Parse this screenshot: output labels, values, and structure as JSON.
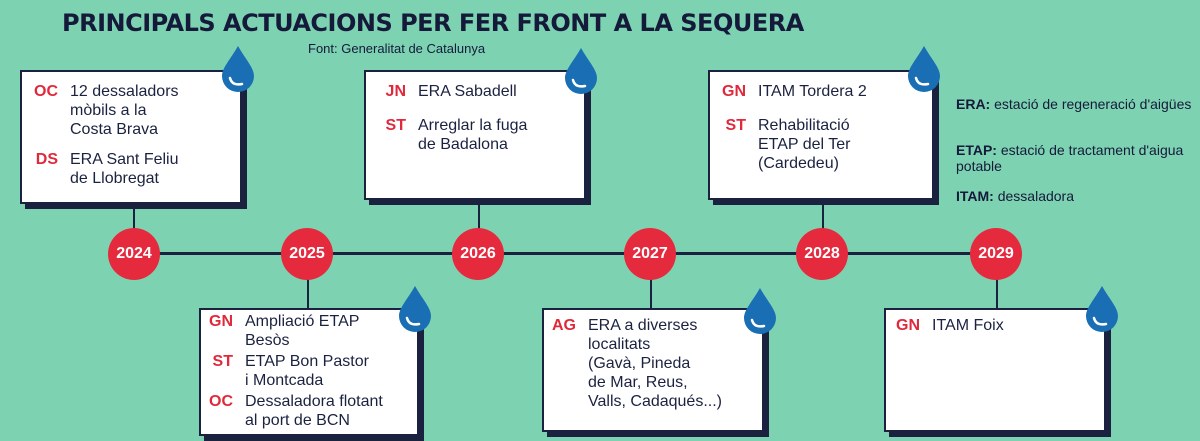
{
  "title": "PRINCIPALS ACTUACIONS PER FER FRONT A LA SEQUERA",
  "source": "Font: Generalitat de Catalunya",
  "colors": {
    "background": "#7dd3b1",
    "year_circle": "#e62a3e",
    "code_text": "#e0293a",
    "drop": "#1a6fb4",
    "line": "#1b2240"
  },
  "years": [
    "2024",
    "2025",
    "2026",
    "2027",
    "2028",
    "2029"
  ],
  "cards": [
    {
      "year": "2024",
      "entries": [
        {
          "code": "OC",
          "text": "12 dessaladors\nmòbils a la\nCosta Brava"
        },
        {
          "code": "DS",
          "text": "ERA Sant Feliu\nde Llobregat"
        }
      ]
    },
    {
      "year": "2025",
      "entries": [
        {
          "code": "GN",
          "text": "Ampliació ETAP\nBesòs"
        },
        {
          "code": "ST",
          "text": "ETAP Bon Pastor\ni Montcada"
        },
        {
          "code": "OC",
          "text": "Dessaladora flotant\nal port de BCN"
        }
      ]
    },
    {
      "year": "2026",
      "entries": [
        {
          "code": "JN",
          "text": "ERA Sabadell"
        },
        {
          "code": "ST",
          "text": "Arreglar la fuga\nde Badalona"
        }
      ]
    },
    {
      "year": "2027",
      "entries": [
        {
          "code": "AG",
          "text": "ERA a diverses\nlocalitats\n(Gavà, Pineda\nde Mar, Reus,\nValls, Cadaqués...)"
        }
      ]
    },
    {
      "year": "2028",
      "entries": [
        {
          "code": "GN",
          "text": "ITAM Tordera 2"
        },
        {
          "code": "ST",
          "text": "Rehabilitació\nETAP del Ter\n(Cardedeu)"
        }
      ]
    },
    {
      "year": "2029",
      "entries": [
        {
          "code": "GN",
          "text": "ITAM Foix"
        }
      ]
    }
  ],
  "legend": [
    {
      "term": "ERA:",
      "definition": "estació de regeneració d'aigües"
    },
    {
      "term": "ETAP:",
      "definition": "estació de tractament d'aigua potable"
    },
    {
      "term": "ITAM:",
      "definition": "dessaladora"
    }
  ]
}
